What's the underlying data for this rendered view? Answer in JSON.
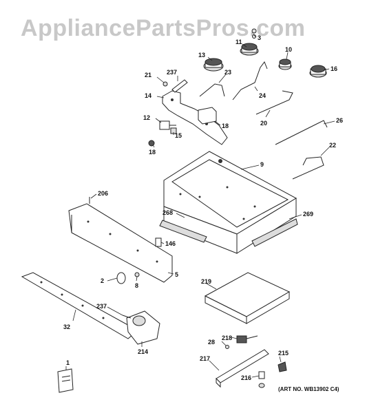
{
  "watermark": "AppliancePartsPros.com",
  "art_number": "(ART NO. WB13902 C4)",
  "labels": {
    "p1": "1",
    "p2": "2",
    "p3": "3",
    "p5": "5",
    "p8": "8",
    "p9": "9",
    "p10": "10",
    "p11": "11",
    "p12": "12",
    "p13": "13",
    "p14": "14",
    "p15": "15",
    "p16": "16",
    "p18a": "18",
    "p18b": "18",
    "p20": "20",
    "p21": "21",
    "p22": "22",
    "p23": "23",
    "p24": "24",
    "p26": "26",
    "p28": "28",
    "p32": "32",
    "p146": "146",
    "p206": "206",
    "p214": "214",
    "p215": "215",
    "p216": "216",
    "p217": "217",
    "p218": "218",
    "p219": "219",
    "p237a": "237",
    "p237b": "237",
    "p268": "268",
    "p269": "269"
  }
}
